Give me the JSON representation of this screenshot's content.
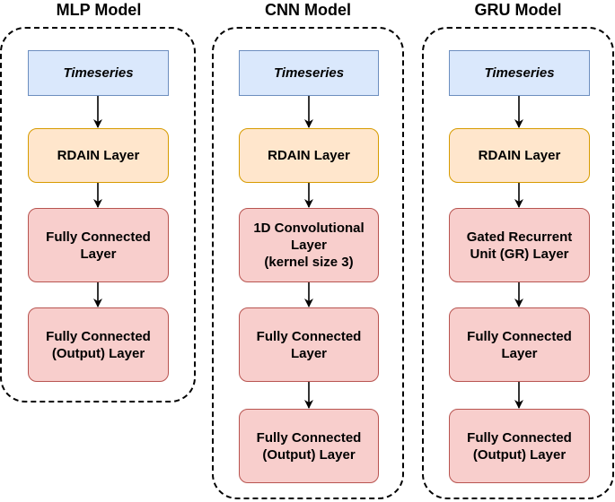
{
  "diagram": {
    "models": [
      {
        "title": "MLP Model",
        "input": "Timeseries",
        "rdain": "RDAIN Layer",
        "layers": [
          "Fully Connected\nLayer",
          "Fully Connected\n(Output) Layer"
        ]
      },
      {
        "title": "CNN Model",
        "input": "Timeseries",
        "rdain": "RDAIN Layer",
        "layers": [
          "1D Convolutional\nLayer\n(kernel size 3)",
          "Fully Connected\nLayer",
          "Fully Connected\n(Output) Layer"
        ]
      },
      {
        "title": "GRU Model",
        "input": "Timeseries",
        "rdain": "RDAIN Layer",
        "layers": [
          "Gated Recurrent\nUnit (GR) Layer",
          "Fully Connected\nLayer",
          "Fully Connected\n(Output) Layer"
        ]
      }
    ],
    "colors": {
      "input_fill": "#dae8fc",
      "input_stroke": "#6c8ebf",
      "rdain_fill": "#ffe6cc",
      "rdain_stroke": "#d79b00",
      "layer_fill": "#f8cecc",
      "layer_stroke": "#b85450"
    }
  }
}
